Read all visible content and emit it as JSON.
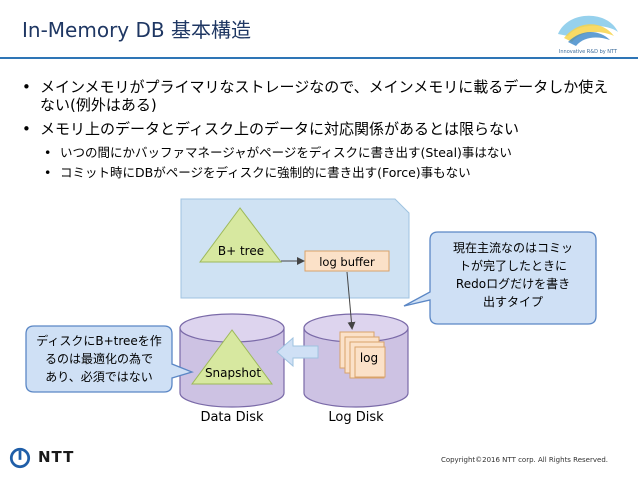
{
  "header": {
    "title": "In-Memory DB 基本構造",
    "logo_text": "Innovative R&D by NTT"
  },
  "bullets": [
    {
      "level": 1,
      "text": "メインメモリがプライマリなストレージなので、メインメモリに載るデータしか使えない(例外はある)"
    },
    {
      "level": 1,
      "text": "メモリ上のデータとディスク上のデータに対応関係があるとは限らない"
    },
    {
      "level": 2,
      "text": "いつの間にかバッファマネージャがページをディスクに書き出す(Steal)事はない"
    },
    {
      "level": 2,
      "text": "コミット時にDBがページをディスクに強制的に書き出す(Force)事もない"
    }
  ],
  "diagram": {
    "btree_label": "B+ tree",
    "log_buffer_label": "log buffer",
    "snapshot_label": "Snapshot",
    "log_label": "log",
    "data_disk_label": "Data Disk",
    "log_disk_label": "Log Disk",
    "callout_right_lines": [
      "現在主流なのはコミッ",
      "トが完了したときに",
      "Redoログだけを書き",
      "出すタイプ"
    ],
    "callout_left_lines": [
      "ディスクにB+treeを作",
      "るのは最適化の為で",
      "あり、必須ではない"
    ],
    "colors": {
      "memory_box": "#cfe2f3",
      "triangle": "#d7e8a0",
      "disk": "#cdc2e3",
      "callout": "#cfe0f5",
      "callout_border": "#5b87c5"
    }
  },
  "footer": {
    "brand": "NTT",
    "copyright": "Copyright©2016 NTT corp. All Rights Reserved."
  }
}
